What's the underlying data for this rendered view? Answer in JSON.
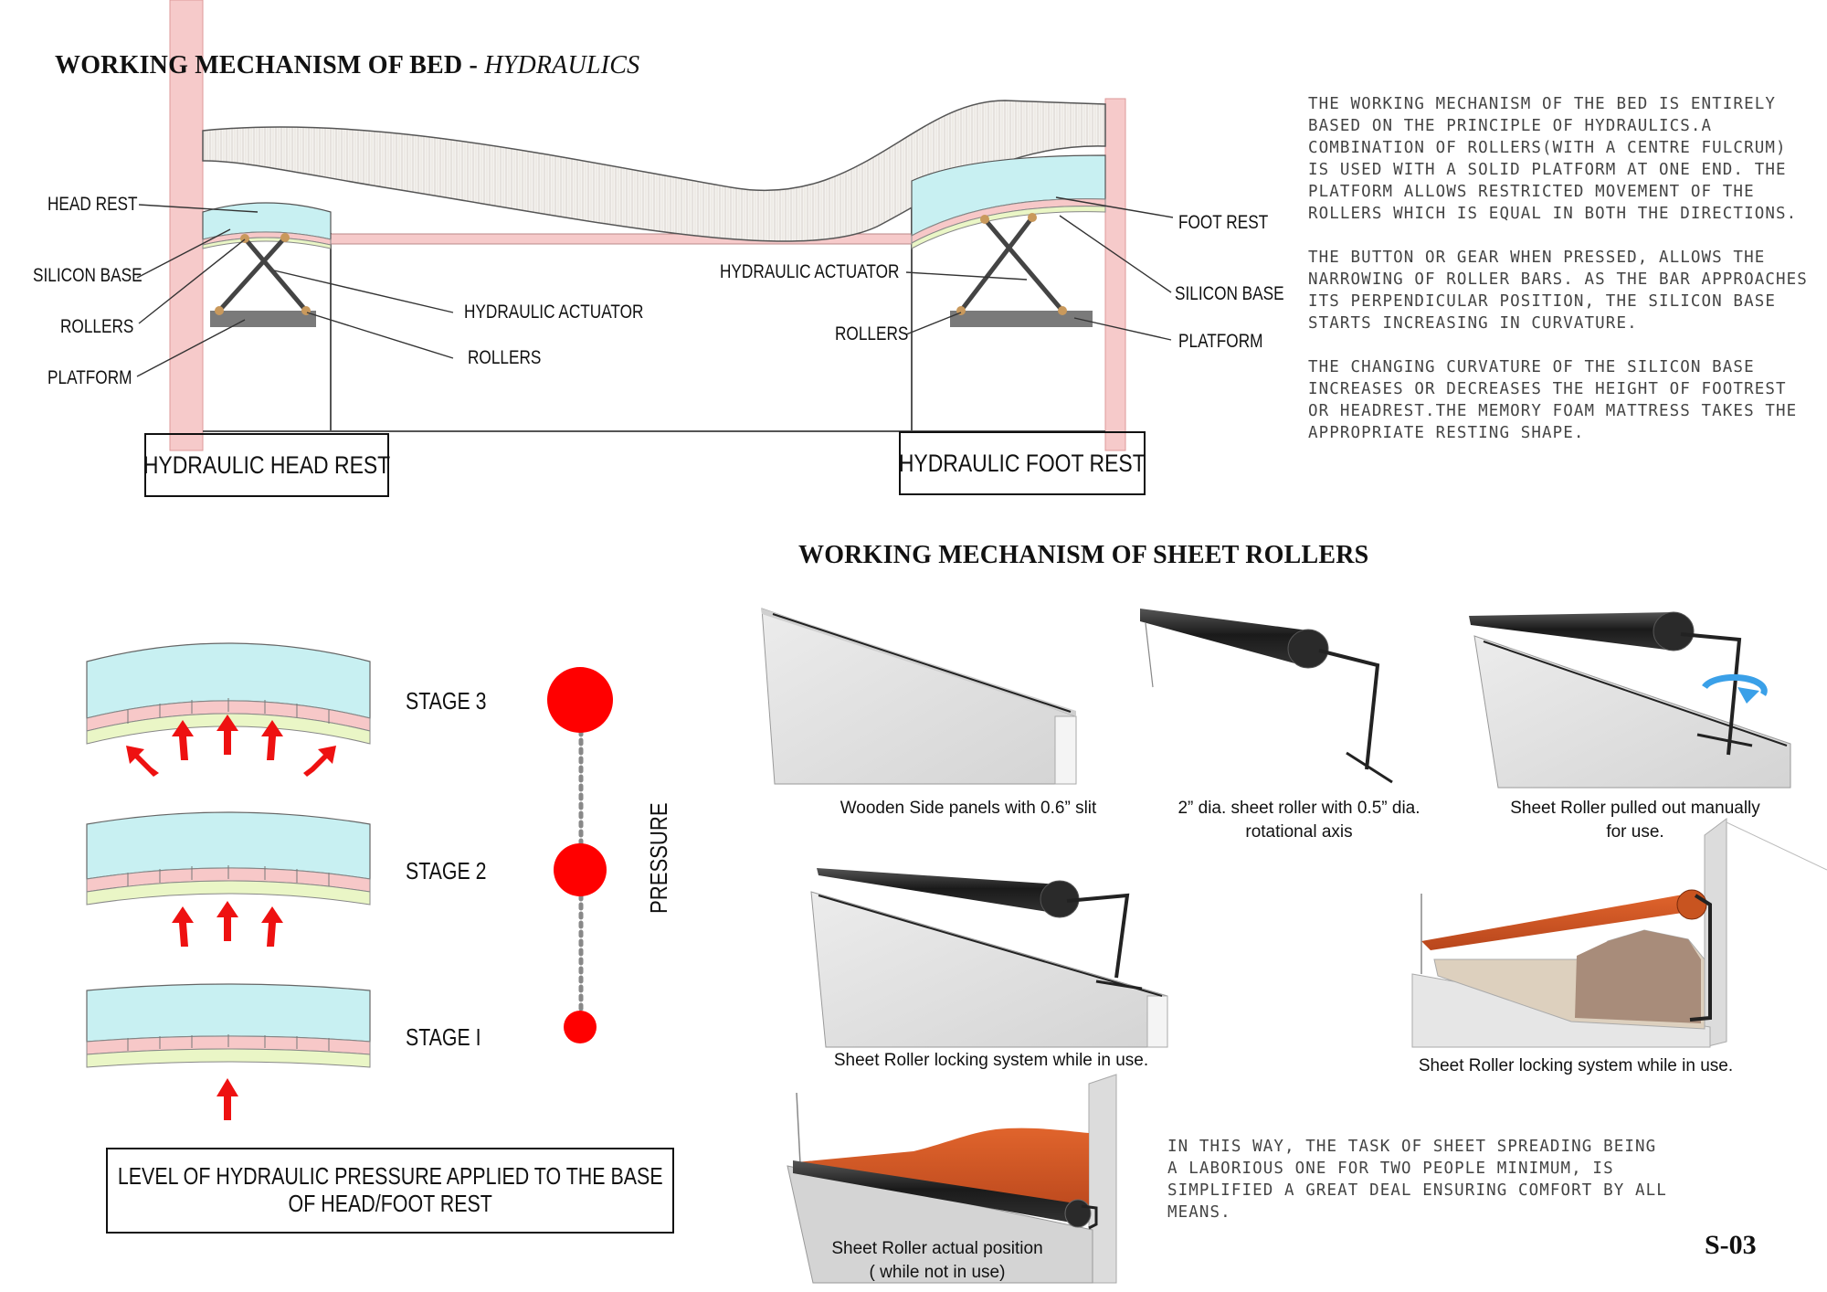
{
  "bed_section": {
    "title_bold": "WORKING MECHANISM OF BED - ",
    "title_italic": "HYDRAULICS",
    "labels": {
      "head_rest": "HEAD REST",
      "silicon_base_left": "SILICON BASE",
      "rollers_left": "ROLLERS",
      "platform_left": "PLATFORM",
      "hydraulic_actuator_left": "HYDRAULIC ACTUATOR",
      "rollers_mid": "ROLLERS",
      "hydraulic_actuator_right": "HYDRAULIC ACTUATOR",
      "rollers_right": "ROLLERS",
      "foot_rest": "FOOT REST",
      "silicon_base_right": "SILICON BASE",
      "platform_right": "PLATFORM"
    },
    "box_head": "HYDRAULIC HEAD REST",
    "box_foot": "HYDRAULIC FOOT REST",
    "description": "THE WORKING MECHANISM OF THE BED IS ENTIRELY\nBASED ON THE PRINCIPLE OF HYDRAULICS.A\nCOMBINATION OF ROLLERS(WITH A CENTRE FULCRUM)\nIS USED WITH A SOLID PLATFORM AT ONE END. THE\nPLATFORM ALLOWS RESTRICTED MOVEMENT OF THE\nROLLERS WHICH IS EQUAL IN BOTH THE DIRECTIONS.\n\nTHE BUTTON OR GEAR WHEN PRESSED, ALLOWS THE\nNARROWING OF ROLLER BARS. AS THE BAR APPROACHES\nITS PERPENDICULAR POSITION, THE SILICON BASE\nSTARTS INCREASING IN CURVATURE.\n\nTHE CHANGING CURVATURE OF THE SILICON BASE\nINCREASES OR DECREASES THE HEIGHT OF FOOTREST\nOR HEADREST.THE MEMORY FOAM MATTRESS TAKES THE\nAPPROPRIATE RESTING SHAPE."
  },
  "pressure_section": {
    "stages": [
      "STAGE 3",
      "STAGE 2",
      "STAGE I"
    ],
    "axis_label": "PRESSURE",
    "caption": "LEVEL OF HYDRAULIC PRESSURE APPLIED TO THE BASE\nOF HEAD/FOOT REST",
    "colors": {
      "dot": "#ff0000",
      "arrow": "#ee1111",
      "cushion": "#c8f0f2",
      "pink": "#f7c8c8",
      "silicon": "#eaf6c6"
    }
  },
  "rollers_section": {
    "title": "WORKING MECHANISM OF SHEET ROLLERS",
    "captions": [
      "Wooden Side panels with 0.6” slit",
      "2” dia. sheet roller with 0.5” dia.\nrotational axis",
      "Sheet Roller pulled out manually\nfor use.",
      "Sheet Roller locking system while in use.",
      "Sheet Roller locking system while in use.",
      "Sheet Roller actual position\n( while not in use)"
    ],
    "closing_text": "IN THIS WAY, THE TASK OF SHEET SPREADING BEING\nA LABORIOUS ONE FOR TWO PEOPLE MINIMUM, IS\nSIMPLIFIED A GREAT DEAL ENSURING COMFORT BY ALL\nMEANS."
  },
  "page_number": "S-03"
}
